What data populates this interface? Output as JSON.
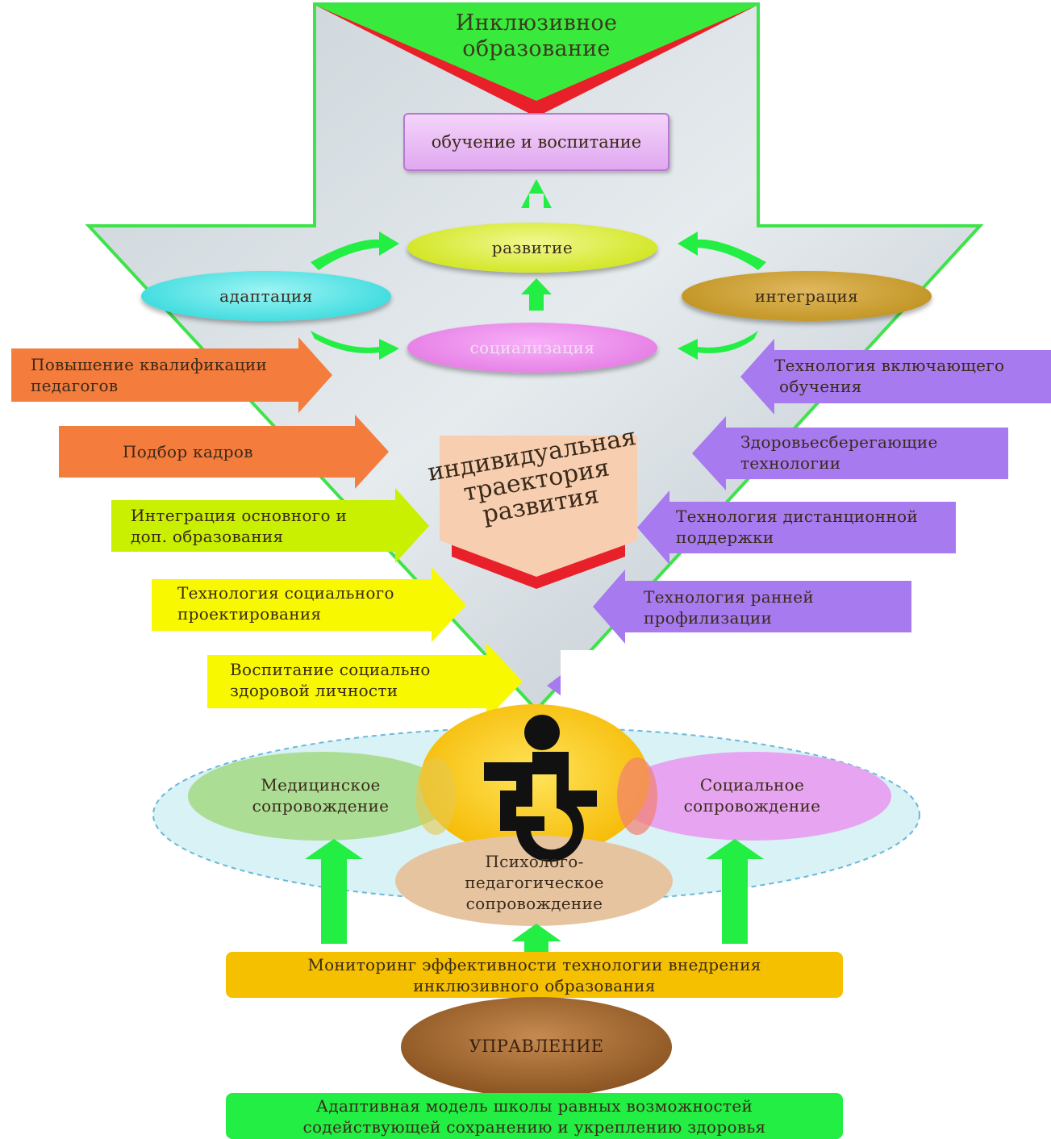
{
  "title": {
    "line1": "Инклюзивное",
    "line2": "образование"
  },
  "top_box": "обучение и воспитание",
  "ovals": {
    "development": "развитие",
    "adaptation": "адаптация",
    "integration": "интеграция",
    "socialization": "социализация"
  },
  "trajectory": {
    "line1": "индивидуальная",
    "line2": "траектория",
    "line3": "развития"
  },
  "left_arrows": [
    {
      "line1": "Повышение квалификации",
      "line2": "педагогов",
      "color": "#f47c3c"
    },
    {
      "line1": "Подбор кадров",
      "line2": "",
      "color": "#f47c3c"
    },
    {
      "line1": "Интеграция основного и",
      "line2": "доп. образования",
      "color": "#c8f000"
    },
    {
      "line1": "Технология социального",
      "line2": "проектирования",
      "color": "#f8f800"
    },
    {
      "line1": "Воспитание социально",
      "line2": "здоровой личности",
      "color": "#f8f800"
    }
  ],
  "right_arrows": [
    {
      "line1": "Технология включающего",
      "line2": "обучения",
      "color": "#a77af0"
    },
    {
      "line1": "Здоровьесберегающие",
      "line2": "технологии",
      "color": "#a77af0"
    },
    {
      "line1": "Технология дистанционной",
      "line2": "поддержки",
      "color": "#a77af0"
    },
    {
      "line1": "Технология ранней",
      "line2": "профилизации",
      "color": "#a77af0"
    }
  ],
  "support": {
    "medical": {
      "line1": "Медицинское",
      "line2": "сопровождение"
    },
    "social": {
      "line1": "Социальное",
      "line2": "сопровождение"
    },
    "psych": {
      "line1": "Психолого-",
      "line2": "педагогическое",
      "line3": "сопровождение"
    }
  },
  "wheelchair_icon": "wheelchair-icon",
  "monitoring": {
    "line1": "Мониторинг эффективности технологии внедрения",
    "line2": "инклюзивного образования"
  },
  "management": "УПРАВЛЕНИЕ",
  "bottom": {
    "line1": "Адаптивная модель школы равных возможностей",
    "line2": "содействующей сохранению и укреплению здоровья"
  },
  "colors": {
    "green": "#22ee44",
    "red": "#e8202a",
    "purple": "#a77af0",
    "orange": "#f47c3c",
    "yellow": "#f8f800",
    "lime": "#c8f000",
    "gold": "#f5c000"
  }
}
